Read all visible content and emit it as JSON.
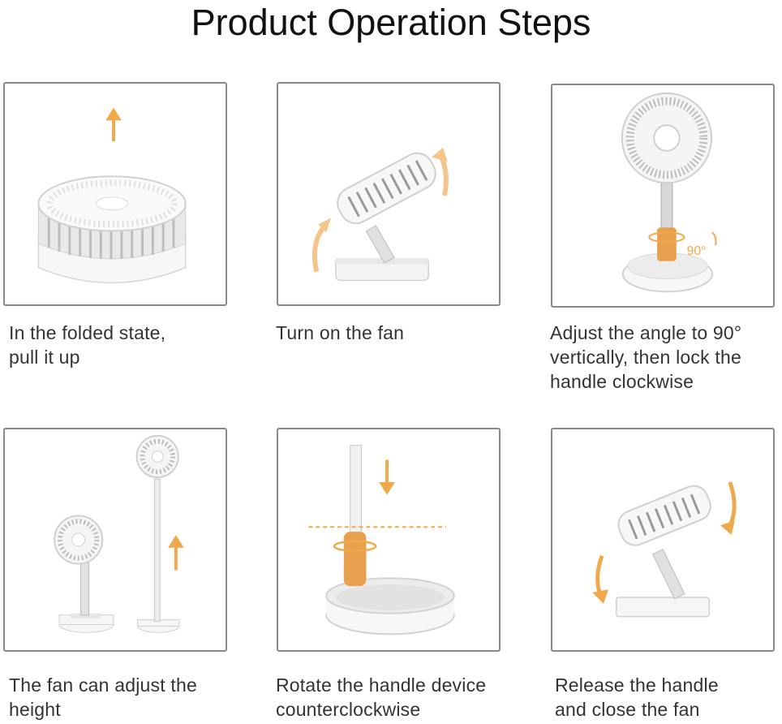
{
  "title": "Product Operation Steps",
  "colors": {
    "accent": "#f0a94a",
    "handle": "#e8a04e",
    "fan": "#f4f4f4",
    "outline": "#cfcfcf"
  },
  "steps": [
    {
      "lines": [
        "In the folded state,",
        "pull it up"
      ],
      "icon": "folded-fan-with-up-arrow"
    },
    {
      "lines": [
        "Turn on the fan"
      ],
      "icon": "tilted-fan-with-curved-arrows"
    },
    {
      "lines": [
        "Adjust the angle to 90°",
        "vertically, then lock the",
        "handle clockwise"
      ],
      "icon": "upright-fan-with-rotation",
      "angle_label": "90°"
    },
    {
      "lines": [
        "The fan can adjust the",
        "height"
      ],
      "icon": "short-and-tall-fans"
    },
    {
      "lines": [
        "Rotate the handle device",
        "counterclockwise"
      ],
      "icon": "pole-and-base-with-down-arrow"
    },
    {
      "lines": [
        "Release the handle",
        "and close the fan"
      ],
      "icon": "folding-fan-with-down-arrows"
    }
  ]
}
